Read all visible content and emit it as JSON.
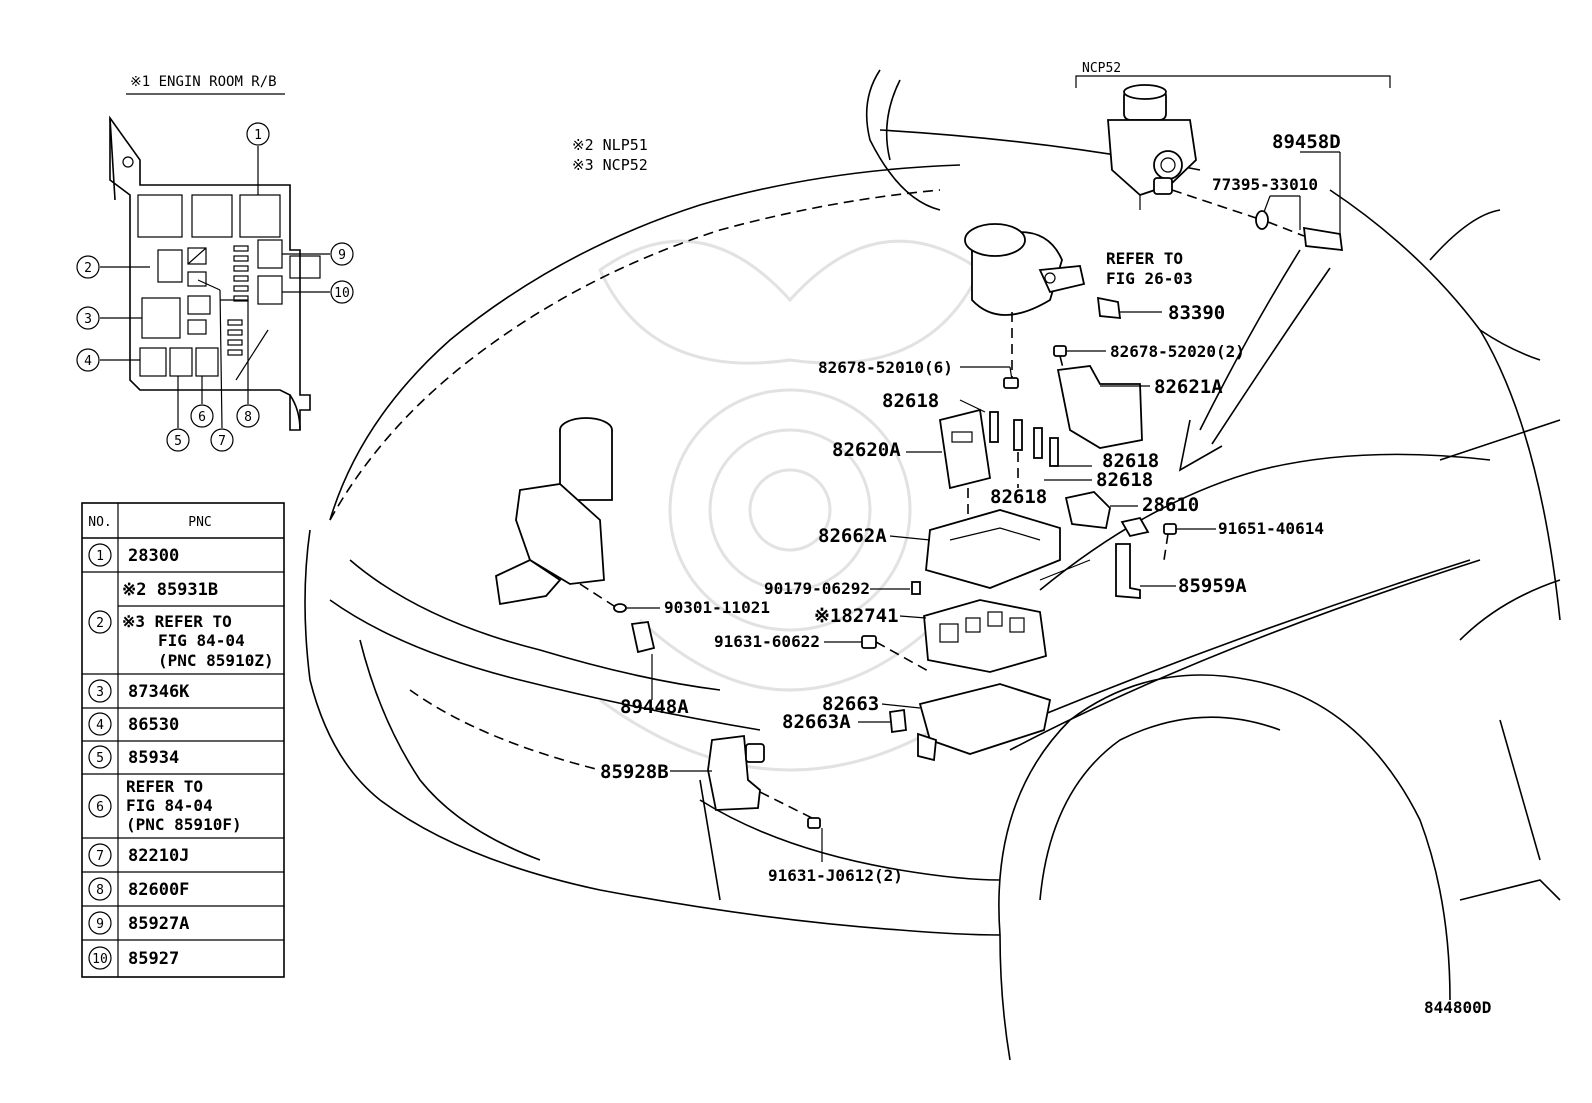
{
  "inset": {
    "title": "※1 ENGIN ROOM R/B",
    "numbers": [
      "1",
      "2",
      "3",
      "4",
      "5",
      "6",
      "7",
      "8",
      "9",
      "10"
    ]
  },
  "notes": [
    "※2 NLP51",
    "※3 NCP52"
  ],
  "ncp_group": {
    "label": "NCP52",
    "refer_line1": "REFER TO",
    "refer_line2": "FIG 26-03"
  },
  "callouts": {
    "p89458D": "89458D",
    "p77395": "77395-33010",
    "p83390": "83390",
    "p82678_52020": "82678-52020(2)",
    "p82678_52010": "82678-52010(6)",
    "p82621A": "82621A",
    "p82618_a": "82618",
    "p82620A": "82620A",
    "p82618_b": "82618",
    "p82618_c": "82618",
    "p82618_d": "82618",
    "p28610": "28610",
    "p82662A": "82662A",
    "p91651": "91651-40614",
    "p90179": "90179-06292",
    "p85959A": "85959A",
    "p90301": "90301-11021",
    "p82741": "※182741",
    "p91631_60622": "91631-60622",
    "p89448A": "89448A",
    "p82663": "82663",
    "p82663A": "82663A",
    "p85928B": "85928B",
    "p91631_J0612": "91631-J0612(2)"
  },
  "table": {
    "header_no": "NO.",
    "header_pnc": "PNC",
    "rows": [
      {
        "no": "1",
        "lines": [
          "28300"
        ]
      },
      {
        "no": "2",
        "lines": [
          "※2 85931B",
          "※3 REFER TO",
          "FIG 84-04",
          "(PNC 85910Z)"
        ]
      },
      {
        "no": "3",
        "lines": [
          "87346K"
        ]
      },
      {
        "no": "4",
        "lines": [
          "86530"
        ]
      },
      {
        "no": "5",
        "lines": [
          "85934"
        ]
      },
      {
        "no": "6",
        "lines": [
          "REFER TO",
          "FIG 84-04",
          "(PNC 85910F)"
        ]
      },
      {
        "no": "7",
        "lines": [
          "82210J"
        ]
      },
      {
        "no": "8",
        "lines": [
          "82600F"
        ]
      },
      {
        "no": "9",
        "lines": [
          "85927A"
        ]
      },
      {
        "no": "10",
        "lines": [
          "85927"
        ]
      }
    ]
  },
  "figure_id": "844800D"
}
